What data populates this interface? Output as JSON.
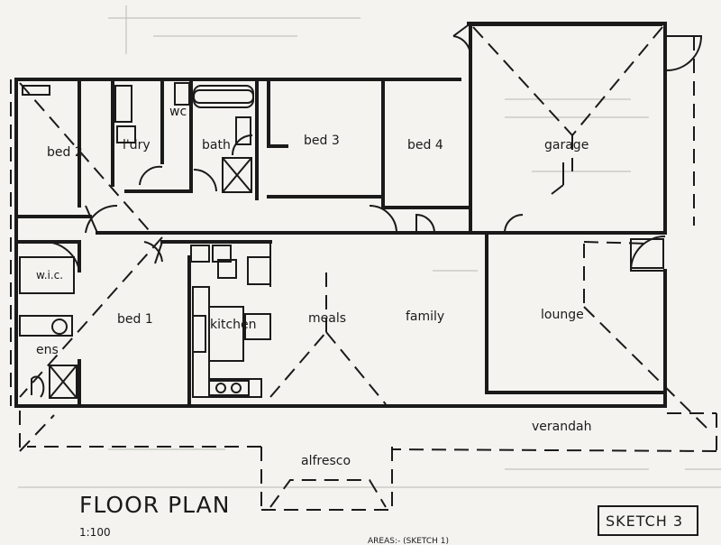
{
  "rooms": {
    "bed2": "bed 2",
    "laundry": "l'dry",
    "wc": "wc",
    "bath": "bath",
    "bed3": "bed 3",
    "bed4": "bed 4",
    "garage": "garage",
    "wic": "w.i.c.",
    "bed1": "bed 1",
    "kitchen": "kitchen",
    "meals": "meals",
    "family": "family",
    "lounge": "lounge",
    "ens": "ens",
    "verandah": "verandah",
    "alfresco": "alfresco"
  },
  "title": "FLOOR PLAN",
  "scale": "1:100",
  "sketch": "SKETCH 3",
  "footer": "AREAS:- (SKETCH 1)"
}
